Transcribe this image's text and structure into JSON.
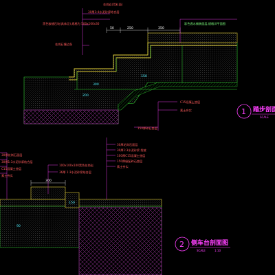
{
  "section1": {
    "title": "踏步剖面",
    "scale": "SCALE",
    "number": "1",
    "notes": {
      "paver_top": "花岗岩(荒料面)",
      "mortar": "30厚1:4水泥砂浆结合层",
      "side_block": "黑色嵌缝石块(具体见),规格为 500x100x30",
      "edge_stone": "花岗石镶边条",
      "right_slab": "彩色透水铺装面层,规格详平面图",
      "concrete": "C15混凝土垫层",
      "soil": "素土夯实",
      "gravel": "150厚碎石垫层"
    },
    "dims": {
      "d_top_a": "50",
      "d_top_b": "250",
      "d_top_c": "350",
      "d_step1": "300",
      "d_step2": "200",
      "d_step3": "150"
    }
  },
  "section2": {
    "title": "侧车台剖面图",
    "scale": "SCALE",
    "scale_ratio": "1:10",
    "number": "2",
    "notes": {
      "left_1": "30厚花岗石面层",
      "left_2": "30厚1:3水泥砂浆结合层",
      "left_3": "C15混凝土垫层",
      "left_4": "素土夯实",
      "mid_1": "100x100x100黑色花岗岩",
      "mid_2": "36厚 1:3水泥砂浆结合层",
      "right_1": "30厚花岗石面层",
      "right_2": "30厚1:3水泥砂浆 找坡",
      "right_3": "100厚C15混凝土垫层",
      "right_4": "150厚级配碎石垫层",
      "right_5": "素土夯实"
    },
    "dims": {
      "d_mid": "300",
      "d_side": "150",
      "d_bottom": "90"
    }
  },
  "colors": {
    "background": "#000000",
    "note_red": "#ff5b5b",
    "leader_magenta": "#ff40ff",
    "concrete_green": "#35d935",
    "dimension_white": "#ffffff",
    "dimension_cyan": "#4ff0ff",
    "paving_yellow": "#e6d23a"
  }
}
